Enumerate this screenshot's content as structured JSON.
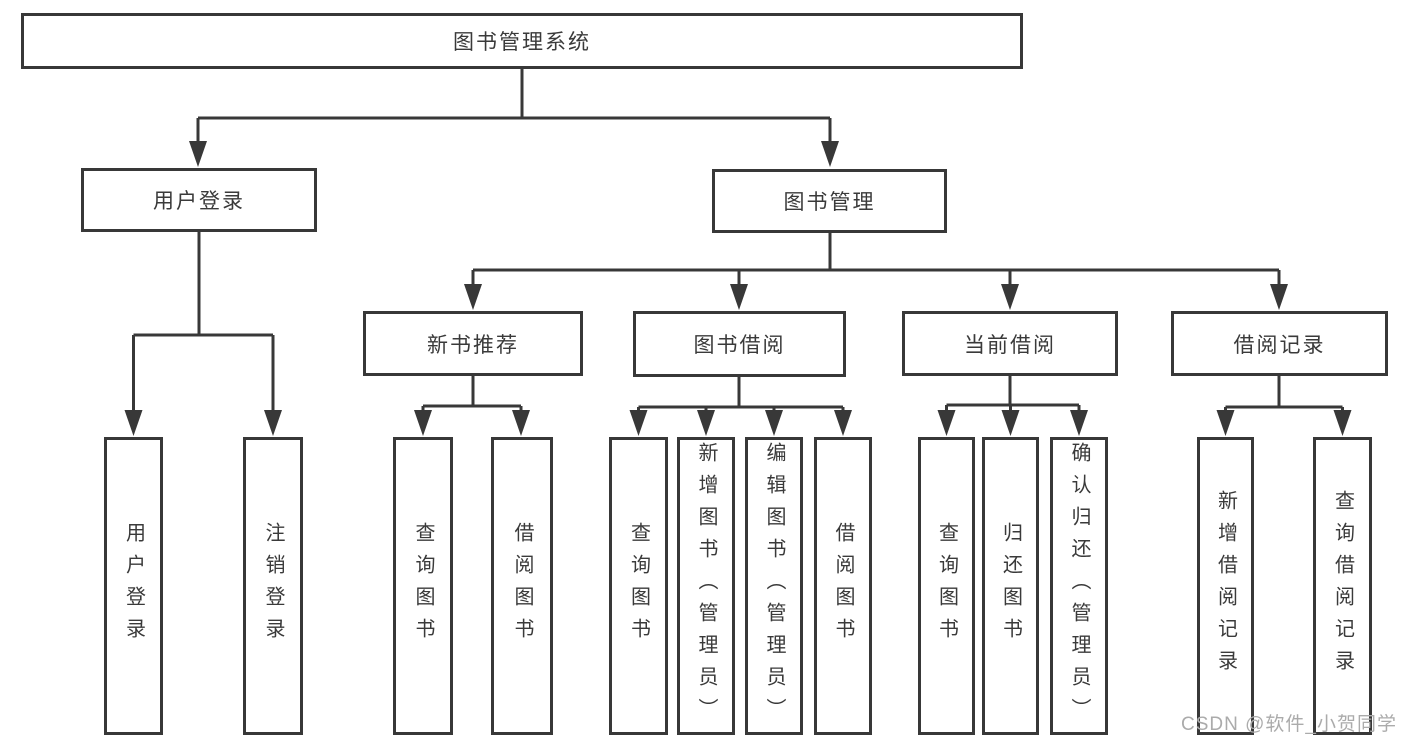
{
  "tree": {
    "label": "图书管理系统",
    "children": [
      {
        "label": "用户登录",
        "children": [
          {
            "label": "用户登录"
          },
          {
            "label": "注销登录"
          }
        ]
      },
      {
        "label": "图书管理",
        "children": [
          {
            "label": "新书推荐",
            "children": [
              {
                "label": "查询图书"
              },
              {
                "label": "借阅图书"
              }
            ]
          },
          {
            "label": "图书借阅",
            "children": [
              {
                "label": "查询图书"
              },
              {
                "label": "新增图书（管理员）"
              },
              {
                "label": "编辑图书（管理员）"
              },
              {
                "label": "借阅图书"
              }
            ]
          },
          {
            "label": "当前借阅",
            "children": [
              {
                "label": "查询图书"
              },
              {
                "label": "归还图书"
              },
              {
                "label": "确认归还（管理员）"
              }
            ]
          },
          {
            "label": "借阅记录",
            "children": [
              {
                "label": "新增借阅记录"
              },
              {
                "label": "查询借阅记录"
              }
            ]
          }
        ]
      }
    ]
  },
  "watermark": {
    "text": "CSDN @软件_小贺同学"
  },
  "colors": {
    "line": "#383838",
    "box_border": "#383838",
    "text": "#3a3a3a",
    "watermark": "#ababab"
  }
}
